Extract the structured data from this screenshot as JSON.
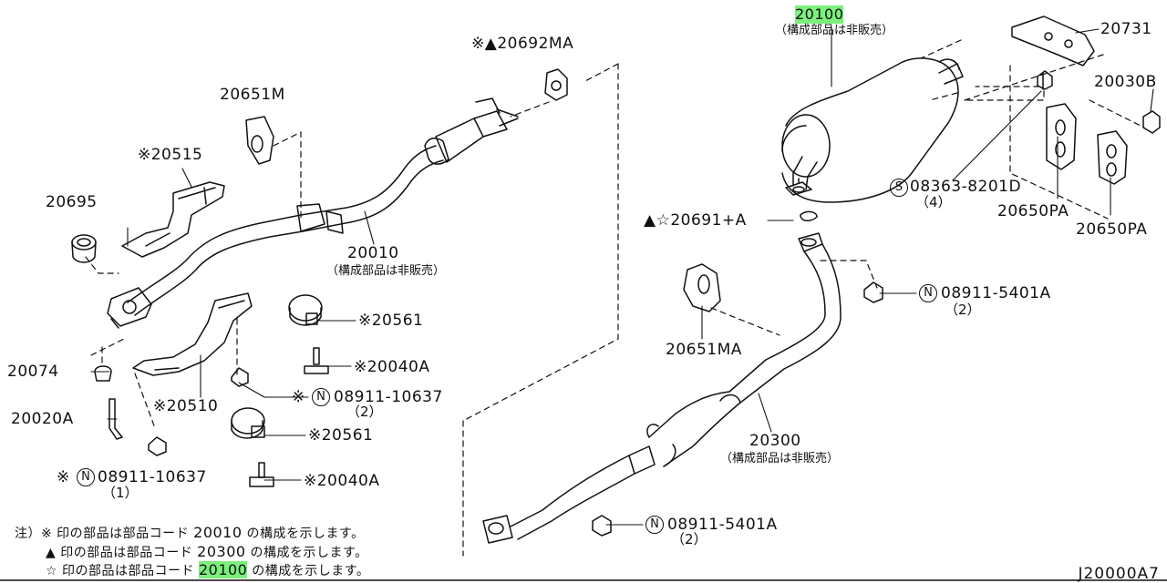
{
  "colors": {
    "line": "#111111",
    "highlight": "#7cf07c",
    "background": "#ffffff"
  },
  "parts": {
    "p20100": "20100",
    "p20100_note": "（構成部品は非販売）",
    "p20731": "20731",
    "p20692ma": "※▲20692MA",
    "p20651m": "20651M",
    "p20515": "※20515",
    "p20695": "20695",
    "p20010": "20010",
    "p20010_note": "（構成部品は非販売）",
    "p20030b": "20030B",
    "p08363": "08363-8201D",
    "p08363_qty": "（4）",
    "p20650pa_1": "20650PA",
    "p20650pa_2": "20650PA",
    "p20691a": "▲☆20691+A",
    "p08911_5401a_1": "08911-5401A",
    "p08911_5401a_1_qty": "（2）",
    "p20651ma": "20651MA",
    "p20561_1": "※20561",
    "p20040a_1": "※20040A",
    "p20074": "20074",
    "p20510": "※20510",
    "p08911_10637_1_prefix": "※",
    "p08911_10637_1": "08911-10637",
    "p08911_10637_1_qty": "（2）",
    "p20020a": "20020A",
    "p20561_2": "※20561",
    "p20040a_2": "※20040A",
    "p20300": "20300",
    "p20300_note": "（構成部品は非販売）",
    "p08911_10637_2_prefix": "※",
    "p08911_10637_2": "08911-10637",
    "p08911_10637_2_qty": "（1）",
    "p08911_5401a_2": "08911-5401A",
    "p08911_5401a_2_qty": "（2）"
  },
  "notes": {
    "line1_prefix": "注）※ 印の部品は部品コード ",
    "line1_code": "20010",
    "line1_suffix": " の構成を示します。",
    "line2_prefix": "▲ 印の部品は部品コード ",
    "line2_code": "20300",
    "line2_suffix": " の構成を示します。",
    "line3_prefix": "☆ 印の部品は部品コード ",
    "line3_code": "20100",
    "line3_suffix": " の構成を示します。"
  },
  "diagram_code": "J20000A7"
}
